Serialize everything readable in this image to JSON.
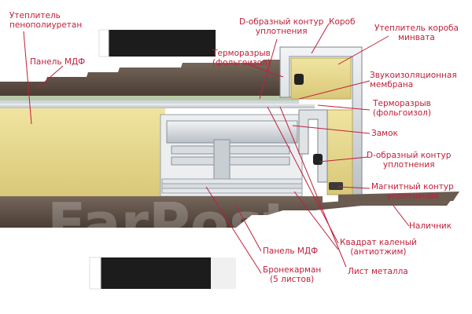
{
  "colors": {
    "label": "#c0203a",
    "leader": "#c0203a",
    "mdf": "#5e4f45",
    "insulation": "#e8d98a",
    "metal": "#d6dbe0",
    "membrane": "#b9c9a8"
  },
  "watermark": "FarPost",
  "labels": {
    "insul_ppu": [
      "Утеплитель",
      "пенополиуретан"
    ],
    "panel_mdf_top": [
      "Панель МДФ"
    ],
    "d_contour_top": [
      "D-образный контур",
      "уплотнения"
    ],
    "box": [
      "Короб"
    ],
    "insul_box": [
      "Утеплитель короба",
      "минвата"
    ],
    "thermal_break_top": [
      "Терморазрыв",
      "(фольгоизол)"
    ],
    "sound_membrane": [
      "Звукоизоляционная",
      "мембрана"
    ],
    "thermal_break_right": [
      "Терморазрыв",
      "(фольгоизол)"
    ],
    "lock": [
      "Замок"
    ],
    "d_contour_right": [
      "D-образный контур",
      "уплотнения"
    ],
    "magnetic_contour": [
      "Магнитный контур",
      "уплотнения"
    ],
    "casing": [
      "Наличник"
    ],
    "hardened_square": [
      "Квадрат каленый",
      "(антиотжим)"
    ],
    "panel_mdf_bottom": [
      "Панель МДФ"
    ],
    "metal_sheet": [
      "Лист металла"
    ],
    "armor_pocket": [
      "Бронекарман",
      "(5 листов)"
    ]
  }
}
